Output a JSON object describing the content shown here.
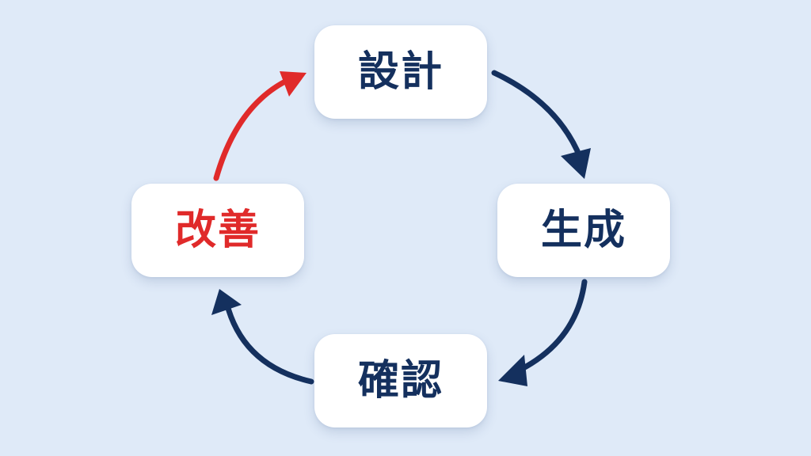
{
  "colors": {
    "background": "#dfeaf8",
    "node_fill": "#ffffff",
    "primary": "#14305e",
    "accent": "#e02a2a"
  },
  "cycle": {
    "nodes": [
      {
        "label": "設計",
        "color": "#14305e"
      },
      {
        "label": "生成",
        "color": "#14305e"
      },
      {
        "label": "確認",
        "color": "#14305e"
      },
      {
        "label": "改善",
        "color": "#e02a2a"
      }
    ],
    "arrows": [
      {
        "from": "設計",
        "to": "生成",
        "color": "#14305e"
      },
      {
        "from": "生成",
        "to": "確認",
        "color": "#14305e"
      },
      {
        "from": "確認",
        "to": "改善",
        "color": "#14305e"
      },
      {
        "from": "改善",
        "to": "設計",
        "color": "#e02a2a"
      }
    ]
  }
}
